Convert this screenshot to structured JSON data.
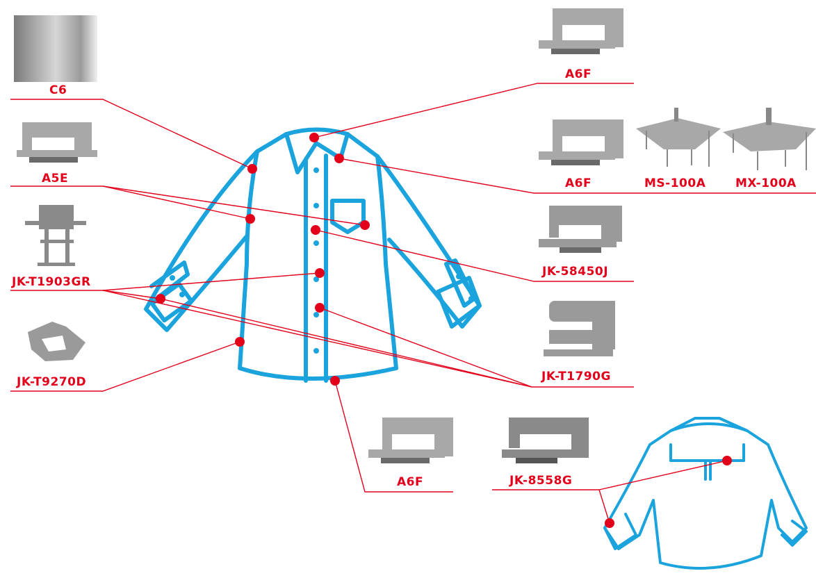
{
  "colors": {
    "accent": "#e3001b",
    "shirt": "#1aa3dc",
    "machine": "#9a9a9a"
  },
  "machines": [
    {
      "id": "c6",
      "label": "C6",
      "icon": "machine-closeup"
    },
    {
      "id": "a5e",
      "label": "A5E",
      "icon": "sewing-machine"
    },
    {
      "id": "jk-t1903gr",
      "label": "JK-T1903GR",
      "icon": "stand-machine"
    },
    {
      "id": "jk-t9270d",
      "label": "JK-T9270D",
      "icon": "arm-machine"
    },
    {
      "id": "a6f-top",
      "label": "A6F",
      "icon": "sewing-machine"
    },
    {
      "id": "a6f-mid",
      "label": "A6F",
      "icon": "sewing-machine"
    },
    {
      "id": "ms-100a",
      "label": "MS-100A",
      "icon": "table-machine"
    },
    {
      "id": "mx-100a",
      "label": "MX-100A",
      "icon": "table-machine"
    },
    {
      "id": "jk-58450j",
      "label": "JK-58450J",
      "icon": "sewing-machine"
    },
    {
      "id": "jk-t1790g",
      "label": "JK-T1790G",
      "icon": "buttonhole-machine"
    },
    {
      "id": "a6f-bottom",
      "label": "A6F",
      "icon": "sewing-machine"
    },
    {
      "id": "jk-8558g",
      "label": "JK-8558G",
      "icon": "twin-needle-machine"
    }
  ]
}
